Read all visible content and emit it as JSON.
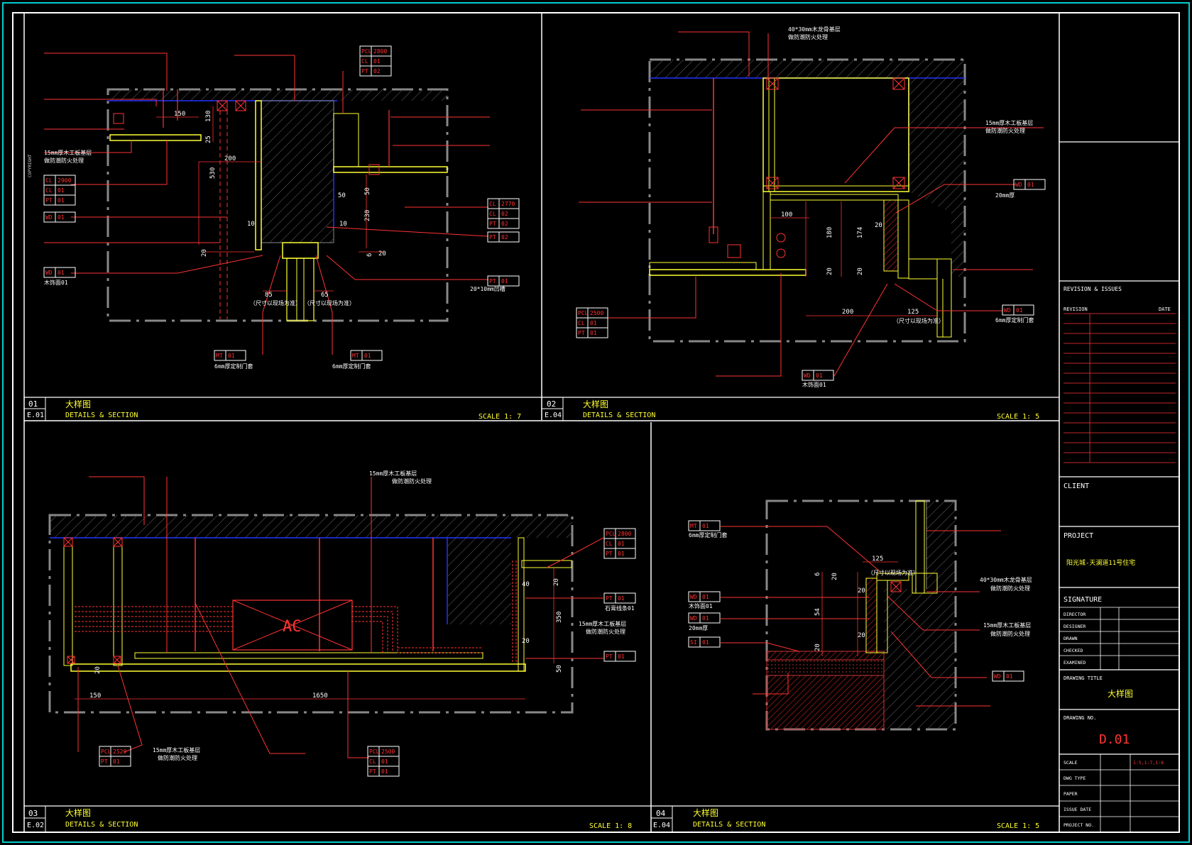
{
  "colors": {
    "background": "#000000",
    "frame": "#00cccc",
    "border": "#ffffff",
    "leader": "#ff2222",
    "title": "#ffff33",
    "structure": "#888888",
    "ceiling_line": "#2233ff",
    "finish": "#ffff33"
  },
  "panels": [
    {
      "num": "01",
      "ref": "E.01",
      "title_cn": "大样图",
      "title_en": "DETAILS & SECTION",
      "scale": "SCALE  1:   7"
    },
    {
      "num": "02",
      "ref": "E.04",
      "title_cn": "大样图",
      "title_en": "DETAILS & SECTION",
      "scale": "SCALE  1:   5"
    },
    {
      "num": "03",
      "ref": "E.02",
      "title_cn": "大样图",
      "title_en": "DETAILS & SECTION",
      "scale": "SCALE  1:   8"
    },
    {
      "num": "04",
      "ref": "E.04",
      "title_cn": "大样图",
      "title_en": "DETAILS & SECTION",
      "scale": "SCALE  1:   5"
    }
  ],
  "detail1": {
    "tags": {
      "t1": [
        "PCL",
        "2800",
        "CL",
        "01",
        "PT",
        "02"
      ],
      "t2": [
        "CL",
        "2900",
        "CL",
        "01",
        "PT",
        "01"
      ],
      "t3": [
        "WD",
        "01"
      ],
      "t4": [
        "CL",
        "2770",
        "CL",
        "02",
        "PT",
        "02"
      ],
      "t5": [
        "PT",
        "02"
      ],
      "t6": [
        "WD",
        "01"
      ],
      "t7": [
        "PT",
        "01"
      ],
      "t8": [
        "MT",
        "01"
      ],
      "t9": [
        "MT",
        "01"
      ]
    },
    "notes": {
      "n1": "15mm厚木工板基层",
      "n2": "做防潮防火处理",
      "n3": "20*10mm凹槽",
      "n4": "6mm厚定制门套",
      "n5": "6mm厚定制门套",
      "n6": "（尺寸以现场为准）",
      "n7": "（尺寸以现场为准）",
      "n8": "木饰面01"
    },
    "dims": [
      "150",
      "130",
      "25",
      "200",
      "530",
      "50",
      "50",
      "230",
      "10",
      "10",
      "20",
      "6",
      "20",
      "85",
      "65"
    ]
  },
  "detail2": {
    "tags": {
      "t1": [
        "WD",
        "01"
      ],
      "t2": [
        "PCL",
        "2500",
        "CL",
        "01",
        "PT",
        "01"
      ],
      "t3": [
        "WD",
        "01"
      ],
      "t4": [
        "WD",
        "01"
      ]
    },
    "notes": {
      "n1": "40*30mm木龙骨基层",
      "n2": "做防潮防火处理",
      "n3": "15mm厚木工板基层",
      "n4": "做防潮防火处理",
      "n5": "20mm厚",
      "n6": "6mm厚定制门套",
      "n7": "（尺寸以现场为准）",
      "n8": "木饰面01"
    },
    "dims": [
      "100",
      "180",
      "174",
      "20",
      "20",
      "20",
      "200",
      "125"
    ]
  },
  "detail3": {
    "tags": {
      "t1": [
        "PCL",
        "2800",
        "CL",
        "01",
        "PT",
        "01"
      ],
      "t2": [
        "PT",
        "01"
      ],
      "t3": [
        "PT",
        "01"
      ],
      "t4": [
        "PCL",
        "2520",
        "PT",
        "01"
      ],
      "t5": [
        "PCL",
        "2500",
        "CL",
        "01",
        "PT",
        "01"
      ]
    },
    "notes": {
      "n1": "15mm厚木工板基层",
      "n2": "做防潮防火处理",
      "n3": "15mm厚木工板基层",
      "n4": "做防潮防火处理",
      "n5": "15mm厚木工板基层",
      "n6": "做防潮防火处理",
      "n7": "石膏线条01"
    },
    "ac_label": "AC",
    "dims": [
      "40",
      "20",
      "350",
      "20",
      "50",
      "20",
      "150",
      "1650"
    ]
  },
  "detail4": {
    "tags": {
      "t1": [
        "MT",
        "01"
      ],
      "t2": [
        "WD",
        "01"
      ],
      "t3": [
        "WD",
        "01"
      ],
      "t4": [
        "SI",
        "01"
      ],
      "t5": [
        "WD",
        "01"
      ]
    },
    "notes": {
      "n1": "6mm厚定制门套",
      "n2": "（尺寸以现场为准）",
      "n3": "40*30mm木龙骨基层",
      "n4": "做防潮防火处理",
      "n5": "15mm厚木工板基层",
      "n6": "做防潮防火处理",
      "n7": "木饰面01",
      "n8": "20mm厚"
    },
    "dims": [
      "125",
      "6",
      "20",
      "20",
      "54",
      "20",
      "20"
    ]
  },
  "titleblock": {
    "revision_label": "REVISION & ISSUES",
    "revision_col": "REVISION",
    "date_col": "DATE",
    "client_label": "CLIENT",
    "project_label": "PROJECT",
    "project_name": "阳光城-天澜道11号住宅",
    "signature_label": "SIGNATURE",
    "roles": [
      {
        "role": "DIRECTOR",
        "value": ""
      },
      {
        "role": "DESIGNER",
        "value": ""
      },
      {
        "role": "DRAWN",
        "value": ""
      },
      {
        "role": "CHECKED",
        "value": ""
      },
      {
        "role": "EXAMINED",
        "value": ""
      }
    ],
    "drawing_title_label": "DRAWING TITLE",
    "drawing_title": "大样图",
    "drawing_no_label": "DRAWING NO.",
    "drawing_no": "D.01",
    "meta": [
      {
        "label": "SCALE",
        "value": "1:5,1:7,1:8"
      },
      {
        "label": "DWG TYPE",
        "value": ""
      },
      {
        "label": "PAPER",
        "value": ""
      },
      {
        "label": "ISSUE DATE",
        "value": ""
      },
      {
        "label": "PROJECT NO.",
        "value": ""
      }
    ]
  }
}
